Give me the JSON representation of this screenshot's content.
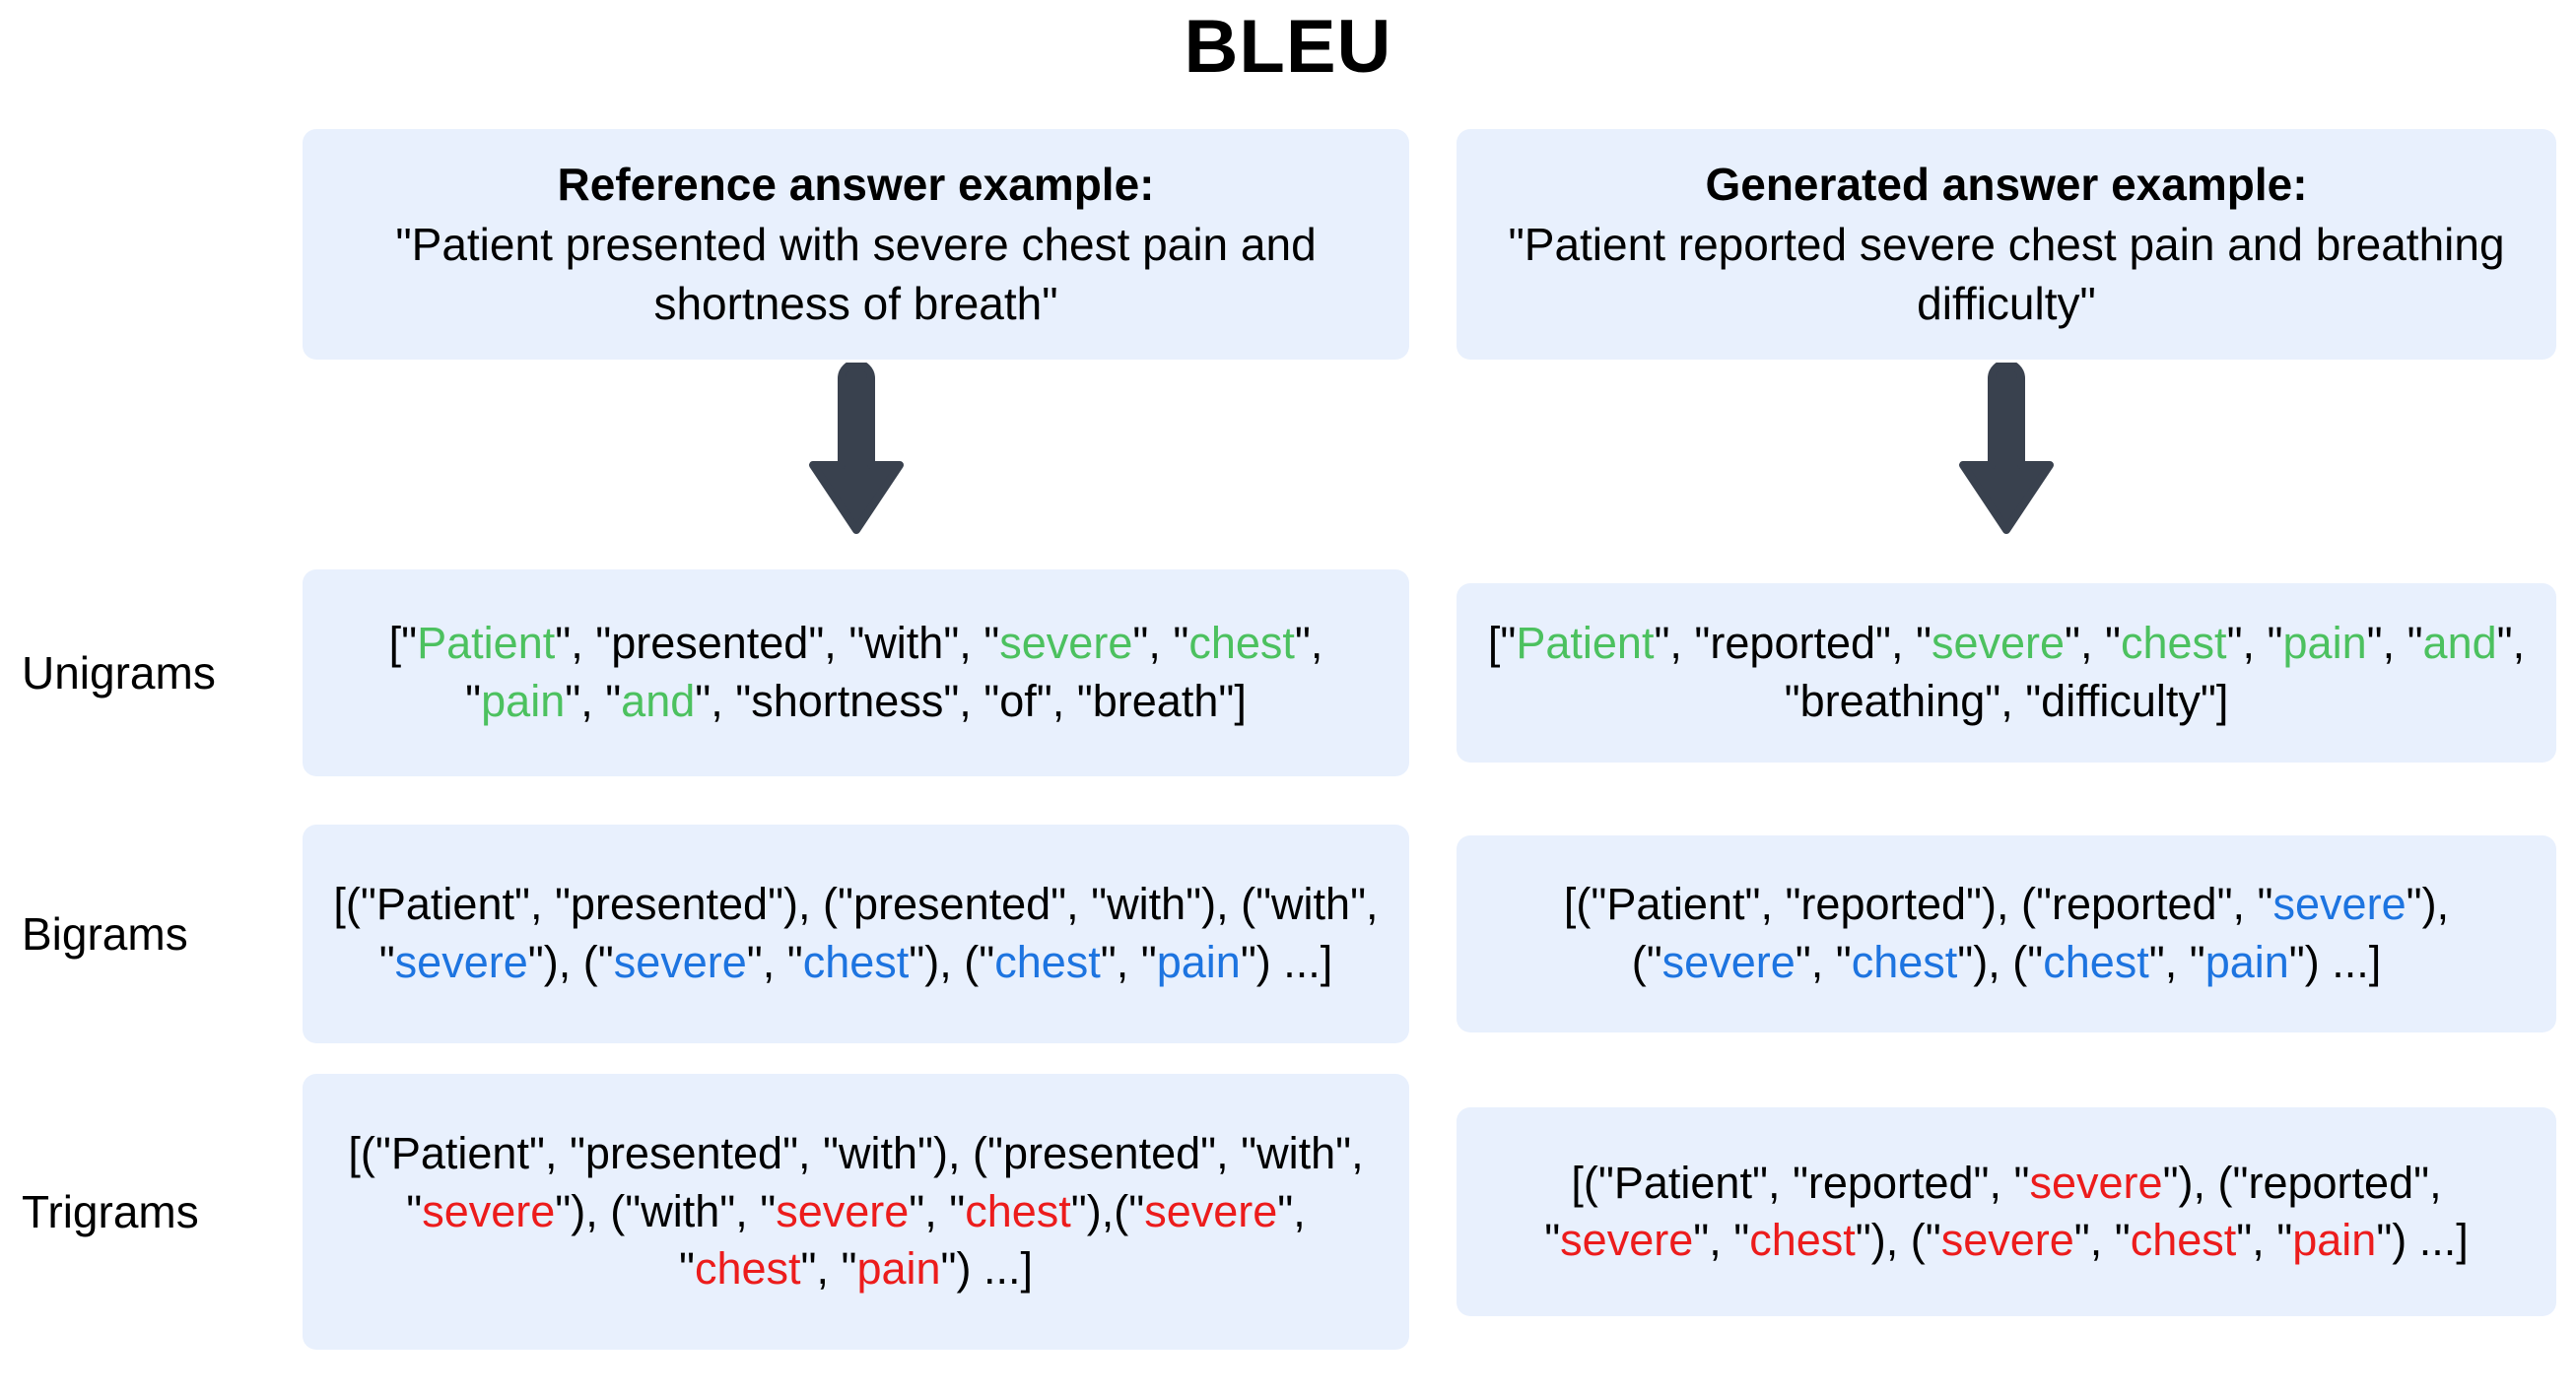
{
  "page": {
    "title": "BLEU",
    "background_color": "#ffffff"
  },
  "colors": {
    "box_background": "#e8f0fd",
    "arrow": "#39414e",
    "text": "#000000",
    "unigram_match_green": "#4cc15f",
    "bigram_match_blue": "#1d74e0",
    "trigram_match_red": "#ec1c1c"
  },
  "columns": {
    "left": {
      "header_title": "Reference answer example:",
      "header_body": "\"Patient presented with severe chest pain and shortness of breath\""
    },
    "right": {
      "header_title": "Generated answer example:",
      "header_body": "\"Patient reported severe chest pain and breathing difficulty\""
    }
  },
  "arrows": {
    "left_icon": "down-arrow-icon",
    "right_icon": "down-arrow-icon"
  },
  "rows": [
    {
      "label": "Unigrams",
      "left_text": "[\"Patient\", \"presented\", \"with\", \"severe\", \"chest\", \"pain\", \"and\", \"shortness\", \"of\", \"breath\"]",
      "left_tokens": [
        "Patient",
        "presented",
        "with",
        "severe",
        "chest",
        "pain",
        "and",
        "shortness",
        "of",
        "breath"
      ],
      "left_highlighted": [
        "Patient",
        "severe",
        "chest",
        "pain",
        "and"
      ],
      "right_text": "[\"Patient\", \"reported\", \"severe\", \"chest\", \"pain\", \"and\", \"breathing\", \"difficulty\"]",
      "right_tokens": [
        "Patient",
        "reported",
        "severe",
        "chest",
        "pain",
        "and",
        "breathing",
        "difficulty"
      ],
      "right_highlighted": [
        "Patient",
        "severe",
        "chest",
        "pain",
        "and"
      ],
      "highlight_color": "#4cc15f"
    },
    {
      "label": "Bigrams",
      "left_text": "[(\"Patient\", \"presented\"), (\"presented\", \"with\"), (\"with\", \"severe\"), (\"severe\", \"chest\"), (\"chest\", \"pain\") ...]",
      "right_text": "[(\"Patient\", \"reported\"), (\"reported\", \"severe\"), (\"severe\", \"chest\"), (\"chest\", \"pain\") ...]",
      "left_highlighted": [
        "severe",
        "chest",
        "pain"
      ],
      "right_highlighted": [
        "severe",
        "chest",
        "pain"
      ],
      "highlight_color": "#1d74e0"
    },
    {
      "label": "Trigrams",
      "left_text": "[(\"Patient\", \"presented\", \"with\"), (\"presented\", \"with\", \"severe\"), (\"with\", \"severe\", \"chest\"),(\"severe\", \"chest\", \"pain\") ...]",
      "right_text": "[(\"Patient\", \"reported\", \"severe\"), (\"reported\", \"severe\", \"chest\"), (\"severe\", \"chest\", \"pain\") ...]",
      "left_highlighted": [
        "severe",
        "chest",
        "pain"
      ],
      "right_highlighted": [
        "severe",
        "chest",
        "pain"
      ],
      "highlight_color": "#ec1c1c"
    }
  ]
}
